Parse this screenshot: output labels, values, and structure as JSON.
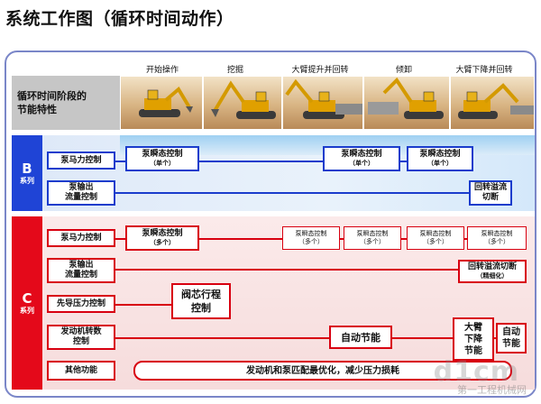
{
  "title": "系统工作图（循环时间动作）",
  "phases": [
    "开始操作",
    "挖掘",
    "大臂提升并回转",
    "倾卸",
    "大臂下降并回转"
  ],
  "header_label": [
    "循环时间阶段的",
    "节能特性"
  ],
  "series_b": {
    "label": "B",
    "sublabel": "系列",
    "rows": {
      "pump_power": "泵马力控制",
      "pump_flow": [
        "泵输出",
        "流量控制"
      ]
    },
    "boxes": {
      "transient_1": [
        "泵瞬态控制",
        "（单个）"
      ],
      "transient_2": [
        "泵瞬态控制",
        "（单个）"
      ],
      "transient_3": [
        "泵瞬态控制",
        "（单个）"
      ],
      "swing_cut": [
        "回转溢流",
        "切断"
      ]
    }
  },
  "series_c": {
    "label": "C",
    "sublabel": "系列",
    "rows": {
      "pump_power": "泵马力控制",
      "pump_flow": [
        "泵输出",
        "流量控制"
      ],
      "pilot": "先导压力控制",
      "engine": [
        "发动机转数",
        "控制"
      ],
      "other": "其他功能"
    },
    "boxes": {
      "transient_main": [
        "泵瞬态控制",
        "（多个）"
      ],
      "transient_small": [
        [
          "泵瞬态控制",
          "（多个）"
        ],
        [
          "泵瞬态控制",
          "（多个）"
        ],
        [
          "泵瞬态控制",
          "（多个）"
        ],
        [
          "泵瞬态控制",
          "（多个）"
        ]
      ],
      "swing_cut": [
        "回转溢流切断",
        "（精细化）"
      ],
      "spool": [
        "阀芯行程",
        "控制"
      ],
      "auto_1": "自动节能",
      "boom_down": [
        "大臂",
        "下降",
        "节能"
      ],
      "auto_2": [
        "自动",
        "节能"
      ],
      "optimize": "发动机和泵匹配最优化，减少压力损耗"
    }
  },
  "watermark": "d1cm",
  "watermark_sub": "第一工程机械网"
}
